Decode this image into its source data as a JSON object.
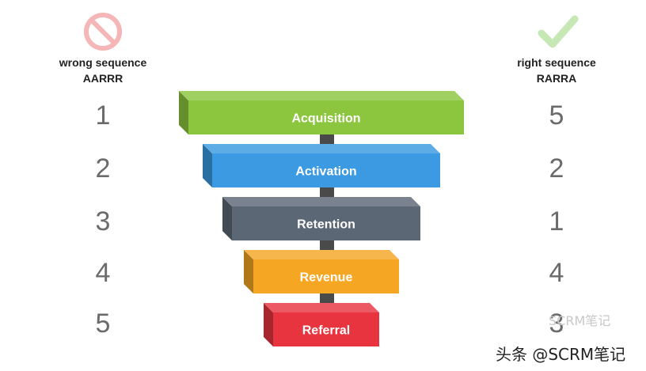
{
  "left_column": {
    "label_line1": "wrong sequence",
    "label_line2": "AARRR",
    "icon": "no-entry-icon",
    "icon_color": "#f4b6b6",
    "numbers": [
      "1",
      "2",
      "3",
      "4",
      "5"
    ]
  },
  "right_column": {
    "label_line1": "right sequence",
    "label_line2": "RARRA",
    "icon": "check-icon",
    "icon_color": "#c6e8b4",
    "numbers": [
      "5",
      "2",
      "1",
      "4",
      "3"
    ]
  },
  "funnel": {
    "stages": [
      {
        "label": "Acquisition",
        "color": "#8cc63f"
      },
      {
        "label": "Activation",
        "color": "#3b9ae1"
      },
      {
        "label": "Retention",
        "color": "#5c6775"
      },
      {
        "label": "Revenue",
        "color": "#f5a623"
      },
      {
        "label": "Referral",
        "color": "#e8343f"
      }
    ],
    "arrow_color": "#4a4a4a"
  },
  "watermark": {
    "text": "头条 @SCRM笔记",
    "faint_text": "SCRM笔记"
  }
}
